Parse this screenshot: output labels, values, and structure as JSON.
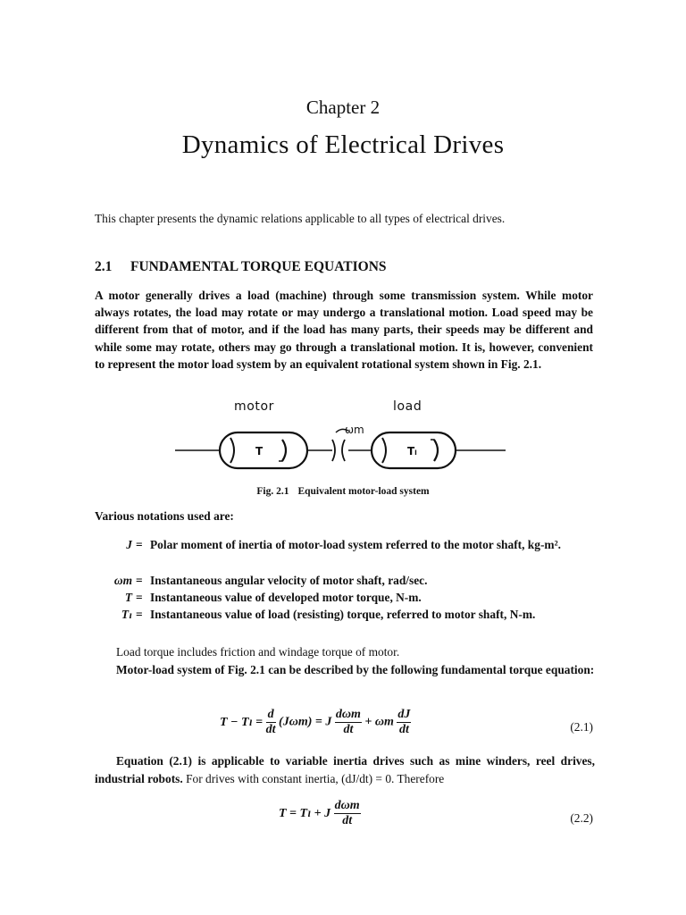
{
  "header": {
    "chapter": "Chapter 2",
    "title": "Dynamics of Electrical Drives"
  },
  "intro": "This chapter presents the dynamic relations applicable to all types of electrical drives.",
  "section": {
    "number": "2.1",
    "title": "FUNDAMENTAL TORQUE EQUATIONS"
  },
  "paragraph1": "A motor generally drives a load (machine) through some transmission system. While motor always rotates, the load may rotate or may undergo a translational motion. Load speed may be different from that of motor, and if the load has many parts, their speeds may be different and while some may rotate, others may go through a translational motion. It is, however, convenient to represent the motor load system by an equivalent rotational system shown in Fig. 2.1.",
  "figure": {
    "motor_label": "motor",
    "load_label": "load",
    "motor_symbol": "T",
    "load_symbol": "Tₗ",
    "speed_symbol": "ωm",
    "caption_number": "Fig. 2.1",
    "caption_text": "Equivalent motor-load system"
  },
  "notations_intro": "Various notations used are:",
  "notations": [
    {
      "symbol": "J",
      "equals": "=",
      "definition": "Polar moment of inertia of motor-load system referred to the motor shaft, kg-m²."
    },
    {
      "symbol": "ωm",
      "equals": "=",
      "definition": "Instantaneous angular velocity of motor shaft, rad/sec."
    },
    {
      "symbol": "T",
      "equals": "=",
      "definition": "Instantaneous value of developed motor torque, N-m."
    },
    {
      "symbol": "Tₗ",
      "equals": "=",
      "definition": "Instantaneous value of load (resisting) torque, referred to motor shaft, N-m."
    }
  ],
  "paragraph_load": "Load torque includes friction and windage torque of motor.",
  "paragraph_motor": "Motor-load system of Fig. 2.1 can be described by the following fundamental torque equation:",
  "equation1": {
    "lhs": "T − Tₗ =",
    "d_num": "d",
    "d_den": "dt",
    "paren": "(Jωm) = J",
    "f2_num": "dωm",
    "f2_den": "dt",
    "plus": "+ ωm",
    "f3_num": "dJ",
    "f3_den": "dt",
    "tag": "(2.1)"
  },
  "paragraph_after": {
    "bold_part": "Equation (2.1) is applicable to variable inertia drives such as mine winders, reel drives, industrial robots.",
    "normal_part": " For drives with constant inertia, (dJ/dt) = 0. Therefore"
  },
  "equation2": {
    "lhs": "T = Tₗ + J",
    "f_num": "dωm",
    "f_den": "dt",
    "tag": "(2.2)"
  }
}
